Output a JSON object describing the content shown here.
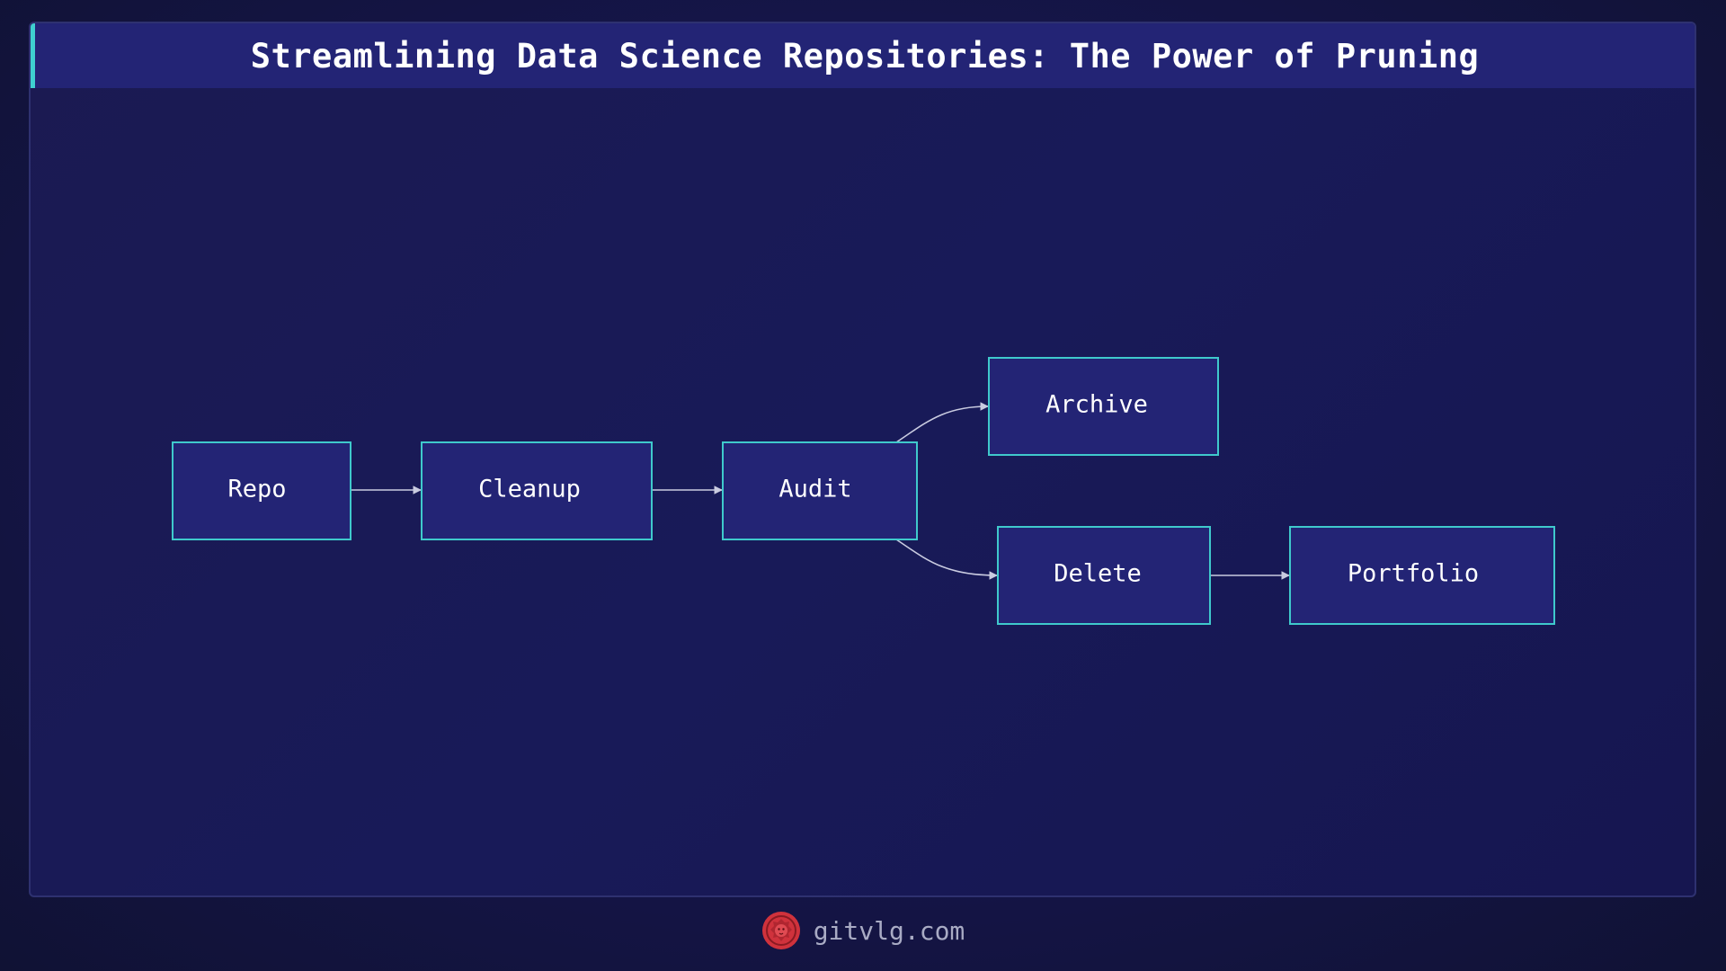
{
  "title": "Streamlining Data Science Repositories: The Power of Pruning",
  "colors": {
    "background": "#12133a",
    "panel": "#1b1a52",
    "title_bar": "#232475",
    "accent": "#3fd0d0",
    "node_fill": "#232475",
    "node_border": "#3fc9cc",
    "edge": "#c9cbe0",
    "logo": "#d0323c"
  },
  "diagram": {
    "nodes": {
      "repo": "Repo",
      "cleanup": "Cleanup",
      "audit": "Audit",
      "archive": "Archive",
      "delete": "Delete",
      "portfolio": "Portfolio"
    },
    "edges": [
      {
        "from": "Repo",
        "to": "Cleanup"
      },
      {
        "from": "Cleanup",
        "to": "Audit"
      },
      {
        "from": "Audit",
        "to": "Archive"
      },
      {
        "from": "Audit",
        "to": "Delete"
      },
      {
        "from": "Delete",
        "to": "Portfolio"
      }
    ]
  },
  "footer": {
    "logo_icon": "lion-icon",
    "text": "gitvlg.com"
  }
}
